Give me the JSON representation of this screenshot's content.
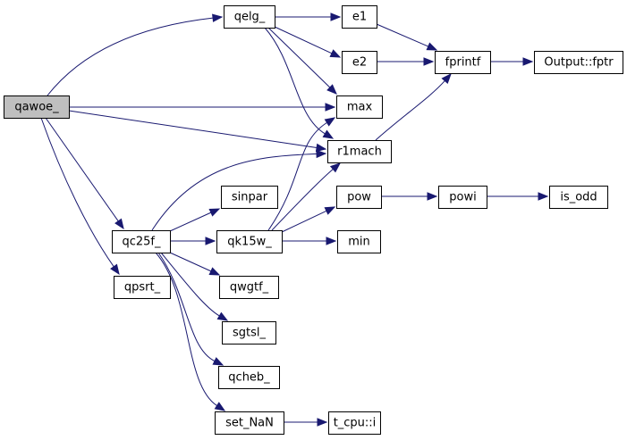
{
  "diagram": {
    "type": "call-graph",
    "root": "qawoe_",
    "colors": {
      "edge": "#191970",
      "root_fill": "#bfbfbf",
      "node_fill": "#ffffff",
      "node_border": "#000000"
    },
    "nodes": [
      {
        "id": "qawoe_",
        "label": "qawoe_",
        "root": true
      },
      {
        "id": "qelg_",
        "label": "qelg_"
      },
      {
        "id": "e1",
        "label": "e1"
      },
      {
        "id": "e2",
        "label": "e2"
      },
      {
        "id": "fprintf",
        "label": "fprintf"
      },
      {
        "id": "Output::fptr",
        "label": "Output::fptr"
      },
      {
        "id": "max",
        "label": "max"
      },
      {
        "id": "r1mach",
        "label": "r1mach"
      },
      {
        "id": "qc25f_",
        "label": "qc25f_"
      },
      {
        "id": "sinpar",
        "label": "sinpar"
      },
      {
        "id": "qk15w_",
        "label": "qk15w_"
      },
      {
        "id": "pow",
        "label": "pow"
      },
      {
        "id": "powi",
        "label": "powi"
      },
      {
        "id": "is_odd",
        "label": "is_odd"
      },
      {
        "id": "min",
        "label": "min"
      },
      {
        "id": "qwgtf_",
        "label": "qwgtf_"
      },
      {
        "id": "sgtsl_",
        "label": "sgtsl_"
      },
      {
        "id": "qcheb_",
        "label": "qcheb_"
      },
      {
        "id": "set_NaN",
        "label": "set_NaN"
      },
      {
        "id": "t_cpu::i",
        "label": "t_cpu::i"
      },
      {
        "id": "qpsrt_",
        "label": "qpsrt_"
      }
    ],
    "edges": [
      {
        "from": "qawoe_",
        "to": "qelg_"
      },
      {
        "from": "qawoe_",
        "to": "max"
      },
      {
        "from": "qawoe_",
        "to": "r1mach"
      },
      {
        "from": "qawoe_",
        "to": "qc25f_"
      },
      {
        "from": "qawoe_",
        "to": "qpsrt_"
      },
      {
        "from": "qelg_",
        "to": "e1"
      },
      {
        "from": "qelg_",
        "to": "e2"
      },
      {
        "from": "qelg_",
        "to": "max"
      },
      {
        "from": "qelg_",
        "to": "r1mach"
      },
      {
        "from": "e1",
        "to": "fprintf"
      },
      {
        "from": "e2",
        "to": "fprintf"
      },
      {
        "from": "fprintf",
        "to": "Output::fptr"
      },
      {
        "from": "r1mach",
        "to": "fprintf"
      },
      {
        "from": "qc25f_",
        "to": "r1mach"
      },
      {
        "from": "qc25f_",
        "to": "sinpar"
      },
      {
        "from": "qc25f_",
        "to": "qk15w_"
      },
      {
        "from": "qc25f_",
        "to": "qwgtf_"
      },
      {
        "from": "qc25f_",
        "to": "sgtsl_"
      },
      {
        "from": "qc25f_",
        "to": "qcheb_"
      },
      {
        "from": "qc25f_",
        "to": "set_NaN"
      },
      {
        "from": "qk15w_",
        "to": "max"
      },
      {
        "from": "qk15w_",
        "to": "r1mach"
      },
      {
        "from": "qk15w_",
        "to": "pow"
      },
      {
        "from": "qk15w_",
        "to": "min"
      },
      {
        "from": "pow",
        "to": "powi"
      },
      {
        "from": "powi",
        "to": "is_odd"
      },
      {
        "from": "set_NaN",
        "to": "t_cpu::i"
      }
    ]
  }
}
